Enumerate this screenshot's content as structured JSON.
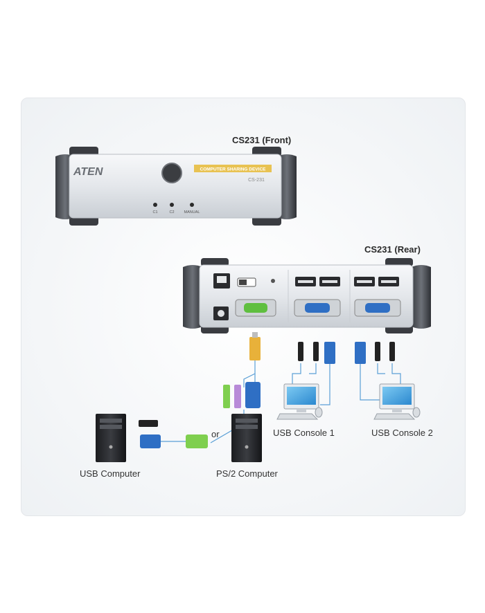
{
  "front": {
    "title": "CS231 (Front)",
    "brand": "ATEN",
    "badge": "COMPUTER SHARING DEVICE",
    "model": "CS-231",
    "leds": [
      "C1",
      "C2",
      "MANUAL"
    ]
  },
  "rear": {
    "title": "CS231 (Rear)"
  },
  "labels": {
    "usb_console_1": "USB Console 1",
    "usb_console_2": "USB Console 2",
    "usb_computer": "USB Computer",
    "ps2_computer": "PS/2 Computer",
    "or": "or"
  },
  "colors": {
    "vga_blue": "#2f6fc4",
    "vga_green": "#5fbf3f",
    "badge_gold": "#e8c252",
    "connector_yellow": "#e8b13a",
    "ps2_purple": "#b88ad8"
  }
}
